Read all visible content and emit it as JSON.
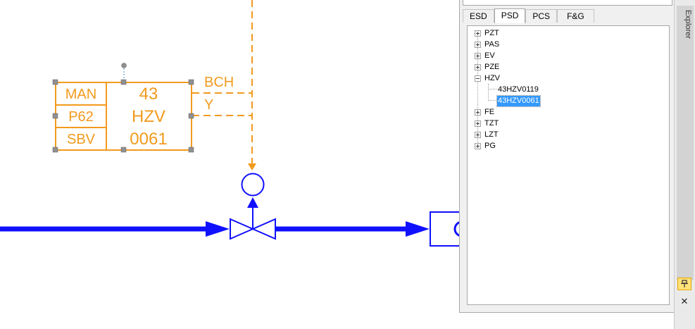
{
  "tag": {
    "left_labels": [
      "MAN",
      "P62",
      "SBV"
    ],
    "right_lines": [
      "43",
      "HZV",
      "0061"
    ],
    "signal_top": "BCH",
    "signal_bottom": "Y"
  },
  "explorer": {
    "title": "Explorer",
    "tabs": [
      {
        "label": "ESD",
        "active": false
      },
      {
        "label": "PSD",
        "active": true
      },
      {
        "label": "PCS",
        "active": false
      },
      {
        "label": "F&G",
        "active": false
      }
    ],
    "tree": [
      {
        "label": "PZT",
        "expanded": false
      },
      {
        "label": "PAS",
        "expanded": false
      },
      {
        "label": "EV",
        "expanded": false
      },
      {
        "label": "PZE",
        "expanded": false
      },
      {
        "label": "HZV",
        "expanded": true,
        "children": [
          {
            "label": "43HZV0119",
            "selected": false
          },
          {
            "label": "43HZV0061",
            "selected": true
          }
        ]
      },
      {
        "label": "FE",
        "expanded": false
      },
      {
        "label": "TZT",
        "expanded": false
      },
      {
        "label": "LZT",
        "expanded": false
      },
      {
        "label": "PG",
        "expanded": false
      }
    ]
  },
  "sidebar": {
    "pin_icon": "pin-icon",
    "close_icon": "close-icon",
    "close_glyph": "✕"
  },
  "colors": {
    "diagram_blue": "#1010ff",
    "tag_orange": "#f29a1e",
    "selection_blue": "#3399ff"
  }
}
